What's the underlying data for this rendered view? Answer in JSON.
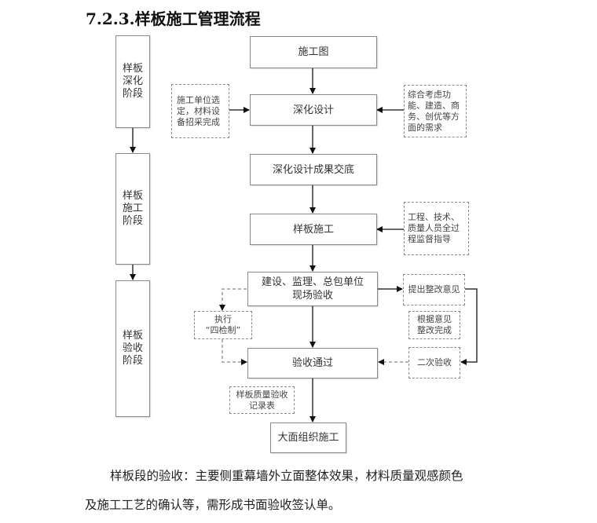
{
  "heading": "7.2.3.样板施工管理流程",
  "stages": [
    {
      "label": "样板\n深化\n阶段"
    },
    {
      "label": "样板\n施工\n阶段"
    },
    {
      "label": "样板\n验收\n阶段"
    }
  ],
  "main_flow": {
    "construction_drawing": "施工图",
    "detailed_design": "深化设计",
    "design_handover": "深化设计成果交底",
    "sample_construction": "样板施工",
    "site_acceptance": "建设、监理、总包单位\n现场验收",
    "acceptance_passed": "验收通过",
    "mass_construction": "大面组织施工"
  },
  "side_notes": {
    "unit_selection": "施工单位选\n定，材料设\n备招采完成",
    "design_considerations": "综合考虑功\n能、建造、商\n务、创优等方\n面的需求",
    "supervision": "工程、技术、\n质量人员全过\n程监督指导",
    "rectification_opinion": "提出整改意见",
    "rectification_done": "根据意见\n整改完成",
    "second_acceptance": "二次验收",
    "four_inspection": "执行\n“四检制”",
    "acceptance_record": "样板质量验收\n记录表"
  },
  "paragraph": {
    "line1": "样板段的验收：主要侧重幕墙外立面整体效果，材料质量观感颜色",
    "line2": "及施工工艺的确认等，需形成书面验收签认单。"
  }
}
